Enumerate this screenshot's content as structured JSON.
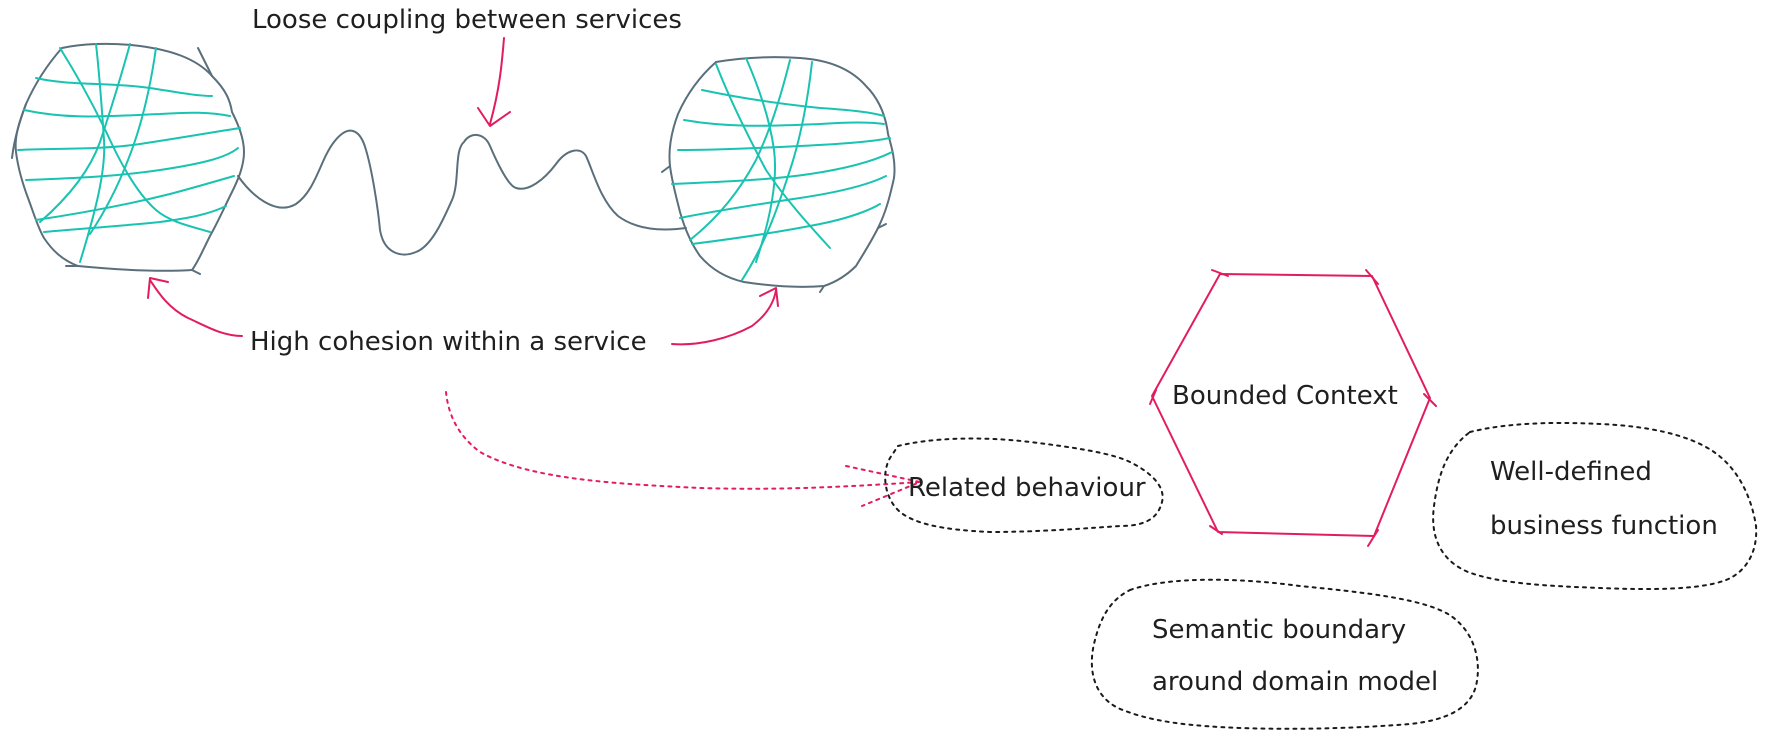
{
  "labels": {
    "loose_coupling": "Loose coupling between services",
    "high_cohesion": "High cohesion within a service",
    "bounded_context": "Bounded Context",
    "related_behaviour": "Related behaviour",
    "well_defined_line1": "Well-defined",
    "well_defined_line2": "business function",
    "semantic_line1": "Semantic boundary",
    "semantic_line2": "around domain model"
  },
  "colors": {
    "service_outline": "#5a6f7c",
    "service_inner": "#19c3b1",
    "accent": "#e21d5f",
    "cloud_outline": "#1a1a1a",
    "text": "#1f1f1f"
  }
}
